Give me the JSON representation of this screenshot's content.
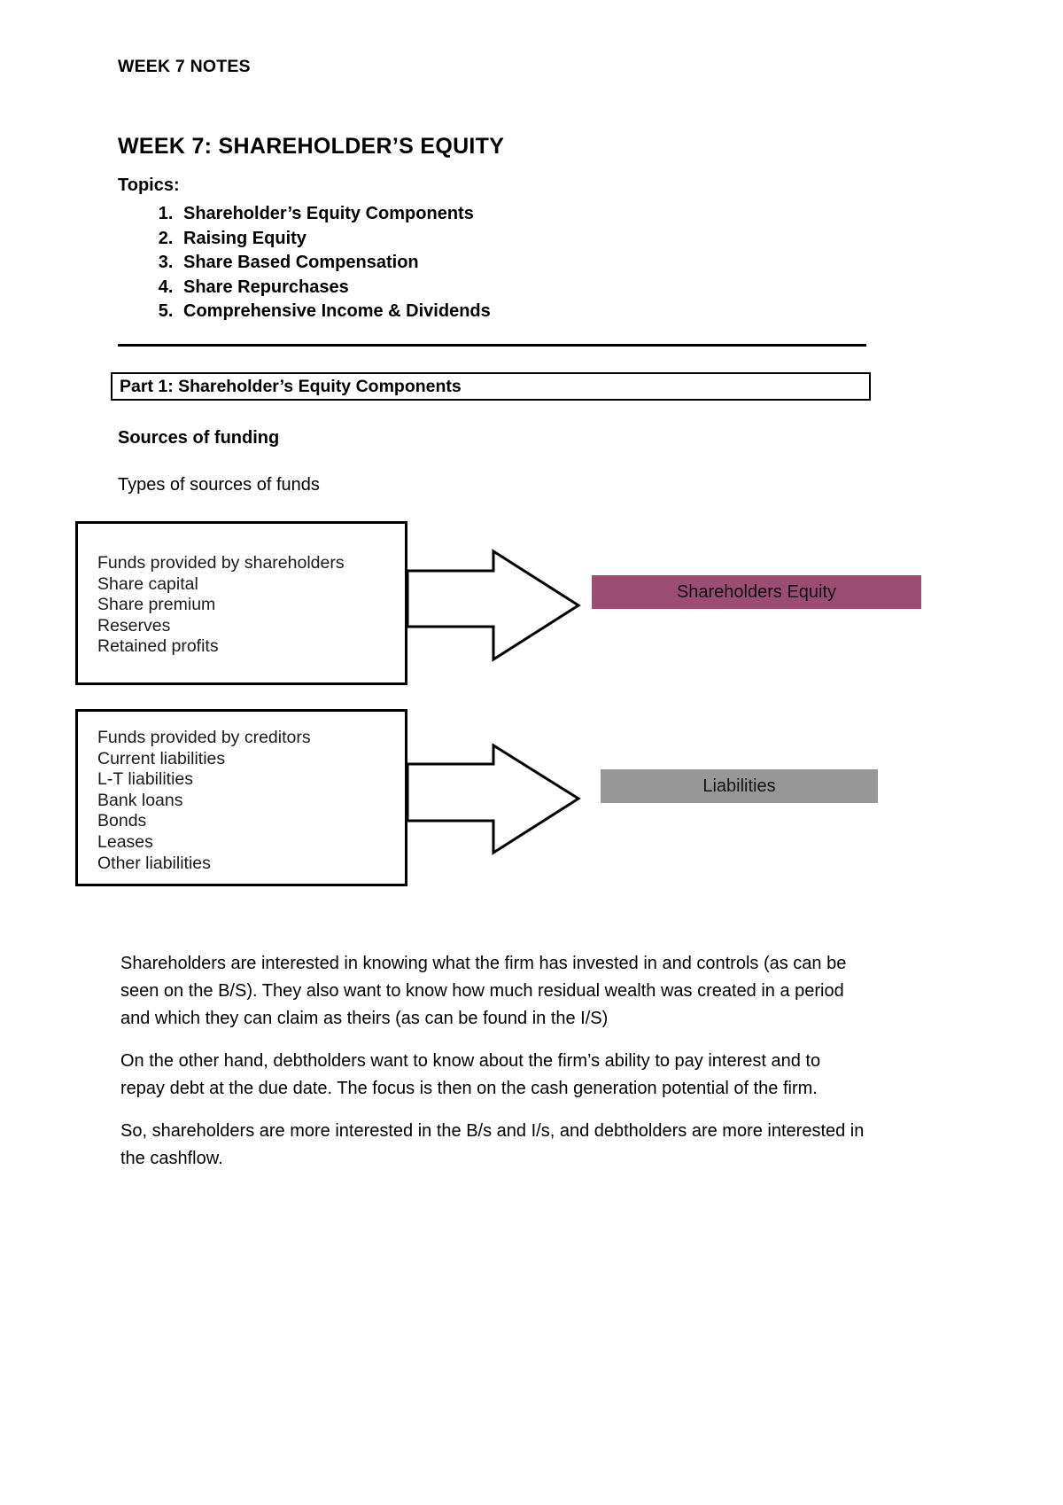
{
  "document": {
    "running_header": "WEEK 7 NOTES",
    "title": "WEEK 7: SHAREHOLDER’S EQUITY",
    "topics_label": "Topics:",
    "topics": [
      "Shareholder’s Equity Components",
      "Raising Equity",
      "Share Based Compensation",
      "Share Repurchases",
      "Comprehensive Income & Dividends"
    ],
    "part_heading": "Part 1: Shareholder’s Equity Components",
    "section_heading": "Sources of funding",
    "section_subheading": "Types of sources of funds"
  },
  "diagram": {
    "equity_group": {
      "items": [
        "Funds provided by shareholders",
        "Share capital",
        "Share premium",
        "Reserves",
        "Retained profits"
      ],
      "target_label": "Shareholders Equity",
      "target_color": "#9C4D74"
    },
    "liabilities_group": {
      "items": [
        "Funds provided by creditors",
        "Current liabilities",
        "L-T liabilities",
        "Bank loans",
        "Bonds",
        "Leases",
        "Other liabilities"
      ],
      "target_label": "Liabilities",
      "target_color": "#979797"
    }
  },
  "body": {
    "paragraphs": [
      "Shareholders are interested in knowing what the firm has invested in and controls (as can be seen on the B/S). They also want to know how much residual wealth was created in a period and which they can claim as theirs (as can be found in the I/S)",
      "On the other hand, debtholders want to know about the firm’s ability to pay interest and to repay debt at the due date. The focus is then on the cash generation potential of the firm.",
      "So, shareholders are more interested in the B/s and I/s, and debtholders are more interested in the cashflow."
    ]
  }
}
